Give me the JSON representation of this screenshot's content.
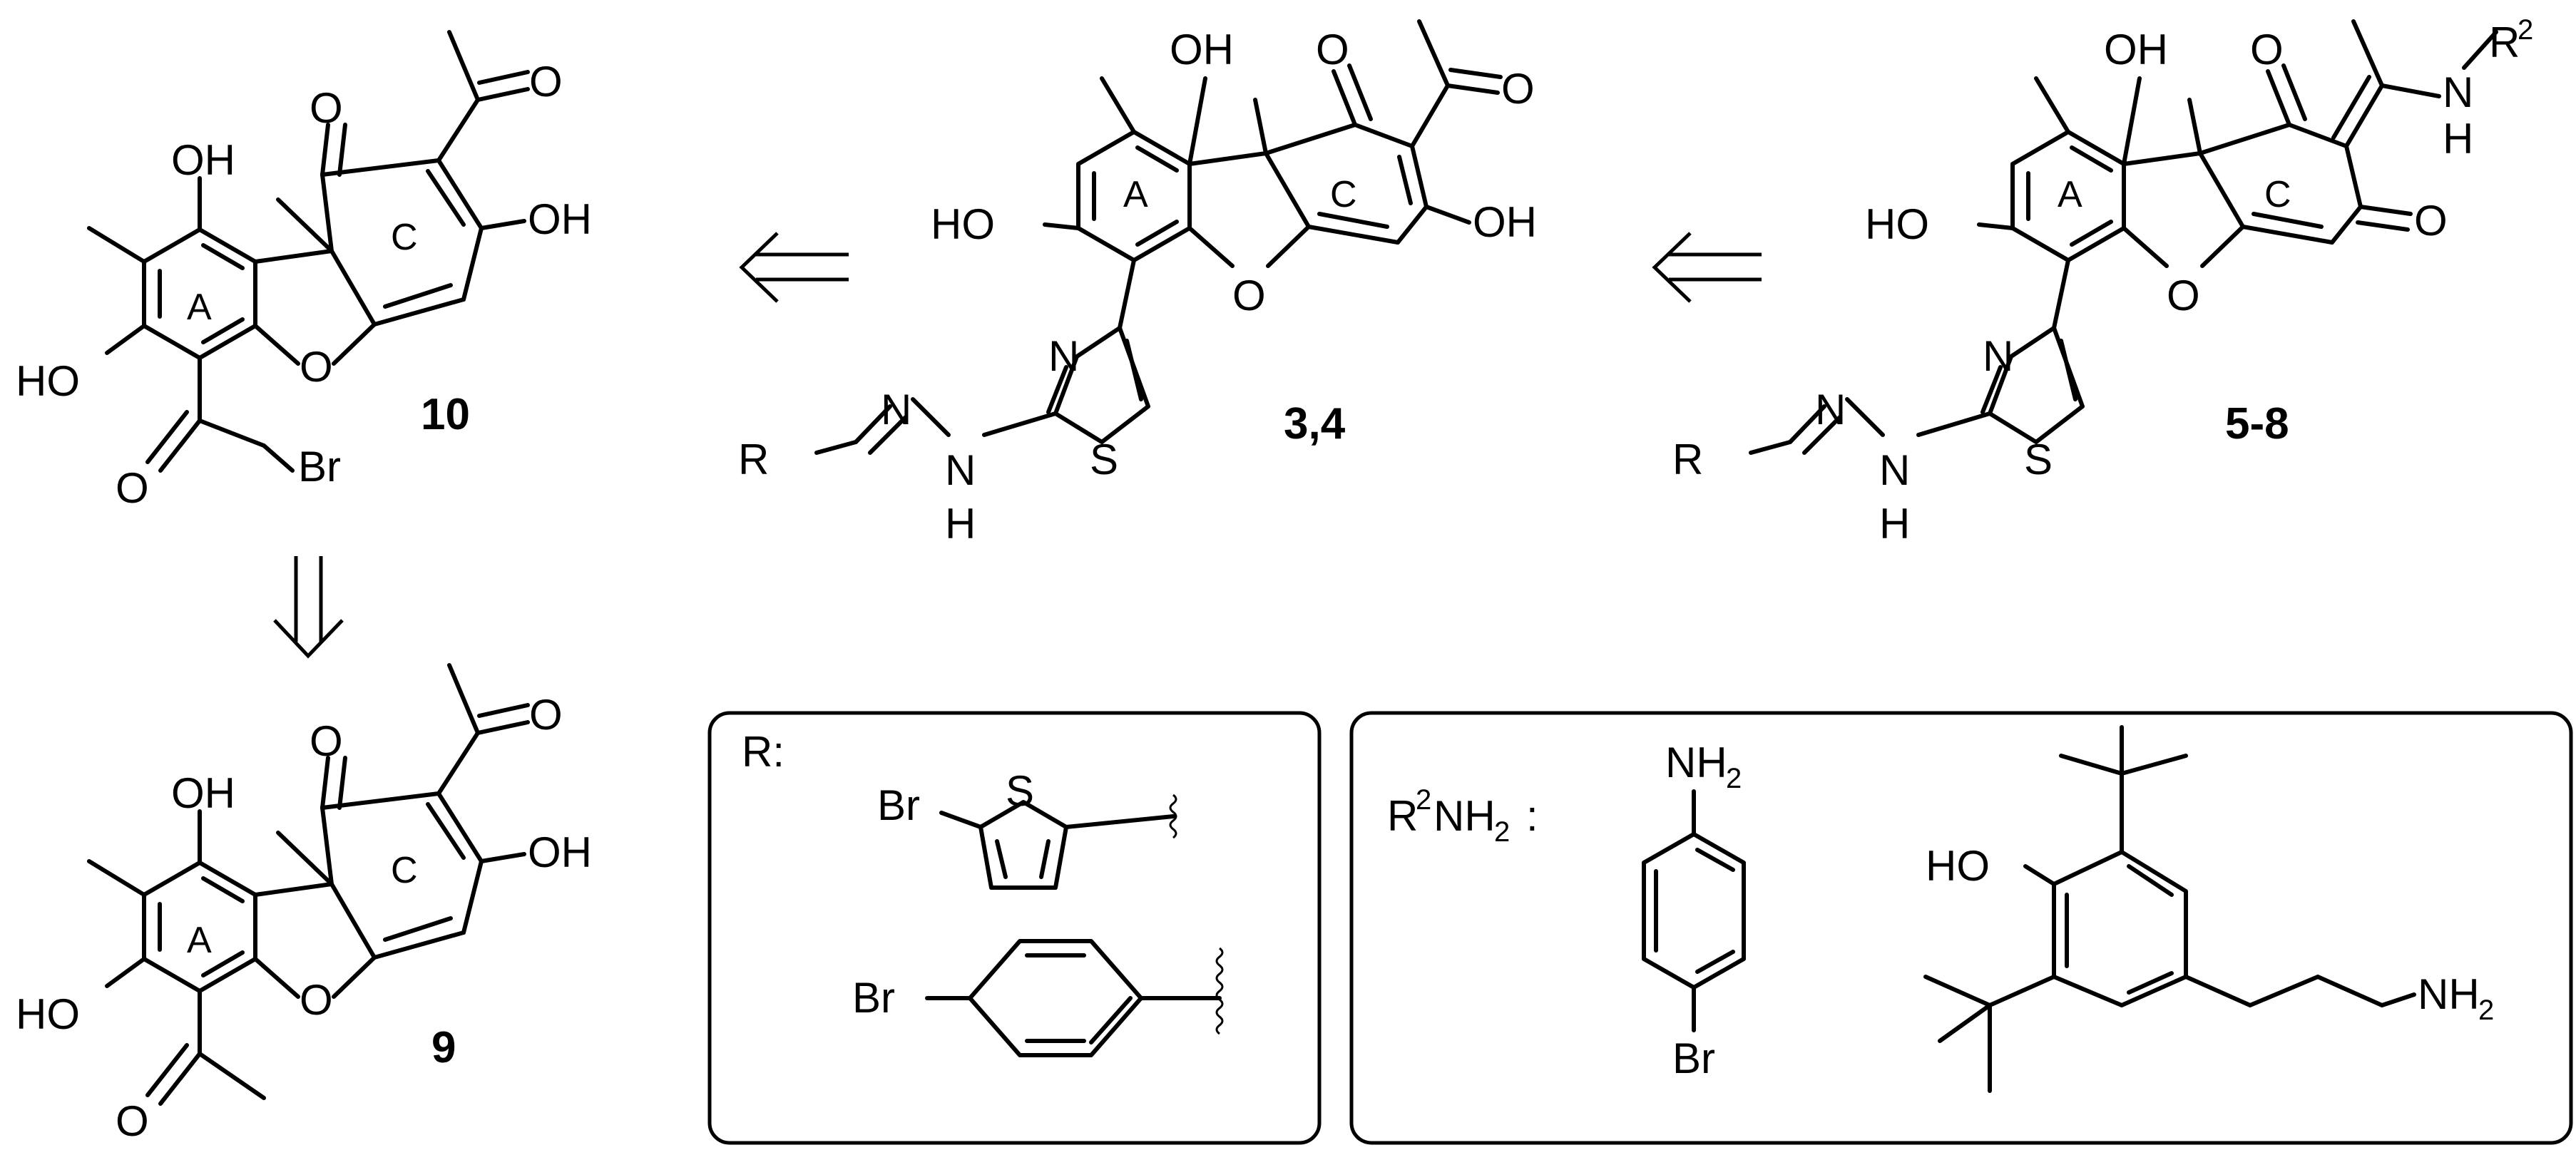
{
  "compounds": {
    "c10": {
      "number": "10",
      "OH_top": "OH",
      "C_ring": "C",
      "OH_right": "OH",
      "A_ring": "A",
      "HO_left": "HO",
      "O_furan": "O",
      "O_ketone": "O",
      "O_acetyl": "O",
      "O_bromoacetyl": "O",
      "Br": "Br"
    },
    "c9": {
      "number": "9",
      "OH_top": "OH",
      "C_ring": "C",
      "OH_right": "OH",
      "A_ring": "A",
      "HO_left": "HO",
      "O_furan": "O",
      "O_ketone": "O",
      "O_acetyl": "O",
      "O_lower_acetyl": "O"
    },
    "c34": {
      "number": "3,4",
      "OH_top": "OH",
      "O_ketone": "O",
      "O_acetyl": "O",
      "HO_left": "HO",
      "A_ring": "A",
      "C_ring": "C",
      "OH_right": "OH",
      "O_furan": "O",
      "N_thiazole": "N",
      "S_thiazole": "S",
      "R": "R",
      "N_imine": "N",
      "N_amine": "N",
      "H_amine": "H"
    },
    "c58": {
      "number": "5-8",
      "OH_top": "OH",
      "O_ketone": "O",
      "R2": "R",
      "R2_sup": "2",
      "N_enamine": "N",
      "H_enamine": "H",
      "HO_left": "HO",
      "A_ring": "A",
      "C_ring": "C",
      "O_ring_ketone": "O",
      "O_furan": "O",
      "N_thiazole": "N",
      "S_thiazole": "S",
      "R": "R",
      "N_imine": "N",
      "N_amine": "N",
      "H_amine": "H"
    }
  },
  "r_box": {
    "title": "R:",
    "thiophene_S": "S",
    "thiophene_Br": "Br",
    "phenyl_Br": "Br"
  },
  "r2_box": {
    "title_R": "R",
    "title_sup": "2",
    "title_NH": "NH",
    "title_sub": "2",
    "title_colon": ":",
    "aniline_N": "NH",
    "aniline_N_sub": "2",
    "aniline_Br": "Br",
    "phenol_HO": "HO",
    "amine_N": "NH",
    "amine_N_sub": "2"
  },
  "arrows": [
    "retro-3,4-to-10",
    "retro-5-8-to-3,4",
    "retro-10-to-9"
  ]
}
